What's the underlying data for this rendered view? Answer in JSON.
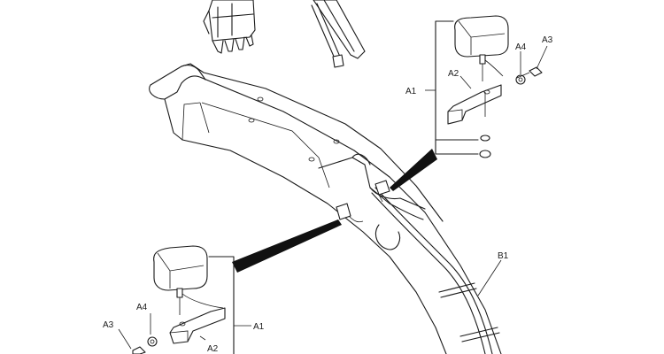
{
  "callouts": {
    "upper": {
      "A1": "A1",
      "A2": "A2",
      "A3": "A3",
      "A4": "A4"
    },
    "lower": {
      "A1": "A1",
      "A2": "A2",
      "A3": "A3",
      "A4": "A4"
    },
    "B1": "B1"
  },
  "icons": {
    "upper_lamp": "work-lamp-icon",
    "lower_lamp": "work-lamp-icon",
    "bucket": "bucket-icon",
    "cylinder": "hydraulic-cylinder-icon"
  }
}
